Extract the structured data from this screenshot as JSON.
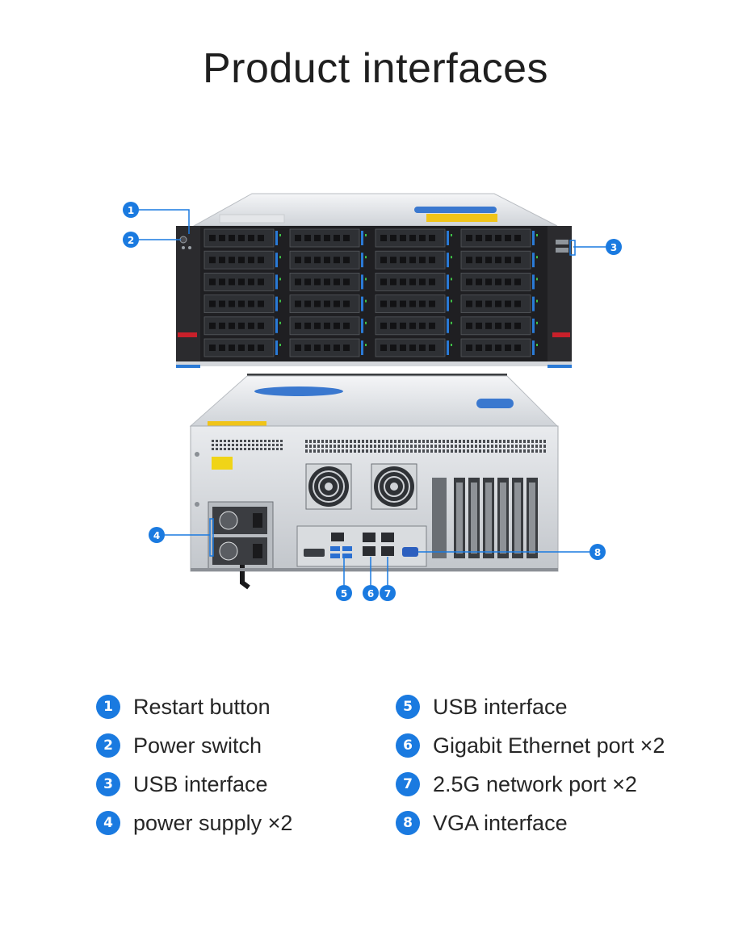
{
  "title": "Product interfaces",
  "accent_color": "#1a7ae0",
  "callouts": [
    "1",
    "2",
    "3",
    "4",
    "5",
    "6",
    "7",
    "8"
  ],
  "legend_left": [
    {
      "num": "1",
      "label": "Restart button"
    },
    {
      "num": "2",
      "label": "Power switch"
    },
    {
      "num": "3",
      "label": "USB interface"
    },
    {
      "num": "4",
      "label": "power supply ×2"
    }
  ],
  "legend_right": [
    {
      "num": "5",
      "label": "USB interface"
    },
    {
      "num": "6",
      "label": "Gigabit Ethernet port ×2"
    },
    {
      "num": "7",
      "label": "2.5G network port ×2"
    },
    {
      "num": "8",
      "label": "VGA interface"
    }
  ]
}
